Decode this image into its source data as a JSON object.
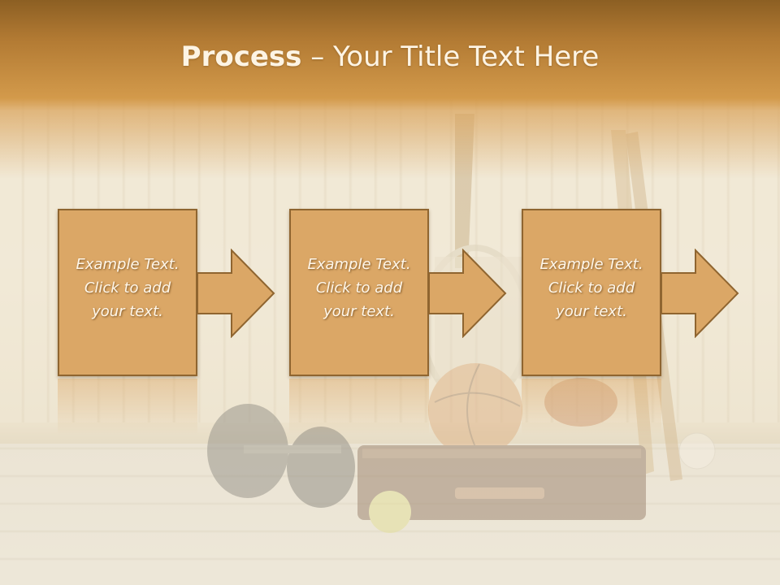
{
  "slide": {
    "title_bold": "Process",
    "title_dash": " – ",
    "title_rest": "Your Title Text Here"
  },
  "steps": [
    {
      "line1": "Example Text.",
      "line2": "Click  to add",
      "line3": "your text."
    },
    {
      "line1": "Example Text.",
      "line2": "Click  to add",
      "line3": "your text."
    },
    {
      "line1": "Example Text.",
      "line2": "Click  to add",
      "line3": "your text."
    }
  ],
  "colors": {
    "box_fill": "#dba766",
    "box_border": "#8f6530",
    "header": "#d39a4b",
    "title_text": "#fdf4e4"
  },
  "icons": [
    "right-arrow-icon"
  ]
}
